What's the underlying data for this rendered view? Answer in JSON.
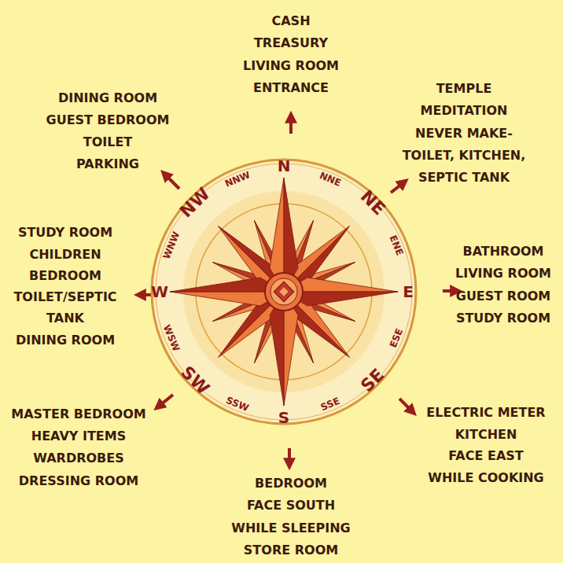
{
  "diagram": {
    "nodes": [
      {
        "text": [
          "N",
          "NNE",
          "NE",
          "ENE",
          "E",
          "ESE",
          "SE",
          "SSE",
          "S",
          "SSW",
          "SW",
          "WSW",
          "W",
          "WNW",
          "NW",
          "NNW"
        ]
      }
    ],
    "labels": [
      "CASH",
      "TREASURY",
      "LIVING ROOM",
      "ENTRANCE",
      "DINING ROOM",
      "GUEST BEDROOM",
      "TOILET",
      "PARKING",
      "TEMPLE",
      "MEDITATION",
      "NEVER MAKE-",
      "TOILET, KITCHEN,",
      "SEPTIC TANK",
      "STUDY ROOM",
      "CHILDREN",
      "BEDROOM",
      "TOILET/SEPTIC",
      "TANK",
      "DINING ROOM",
      "BATHROOM",
      "LIVING ROOM",
      "GUEST ROOM",
      "STUDY ROOM",
      "MASTER BEDROOM",
      "HEAVY ITEMS",
      "WARDROBES",
      "DRESSING ROOM",
      "ELECTRIC METER",
      "KITCHEN",
      "FACE EAST",
      "WHILE COOKING",
      "BEDROOM",
      "FACE SOUTH",
      "WHILE SLEEPING",
      "STORE ROOM"
    ]
  }
}
